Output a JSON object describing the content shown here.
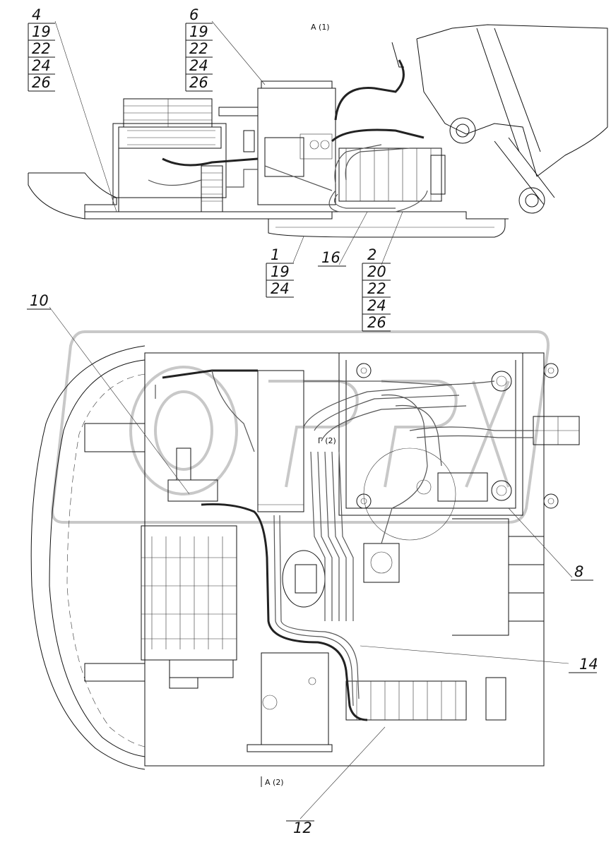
{
  "view_top": "A (1)",
  "view_bottom": "A (2)",
  "section_mark": "Г (2)",
  "callouts": {
    "c4": [
      "4",
      "19",
      "22",
      "24",
      "26"
    ],
    "c6": [
      "6",
      "19",
      "22",
      "24",
      "26"
    ],
    "c1": [
      "1",
      "19",
      "24"
    ],
    "c16": [
      "16"
    ],
    "c2": [
      "2",
      "20",
      "22",
      "24",
      "26"
    ],
    "c10": [
      "10"
    ],
    "c8": [
      "8"
    ],
    "c14": [
      "14"
    ],
    "c12": [
      "12"
    ]
  }
}
